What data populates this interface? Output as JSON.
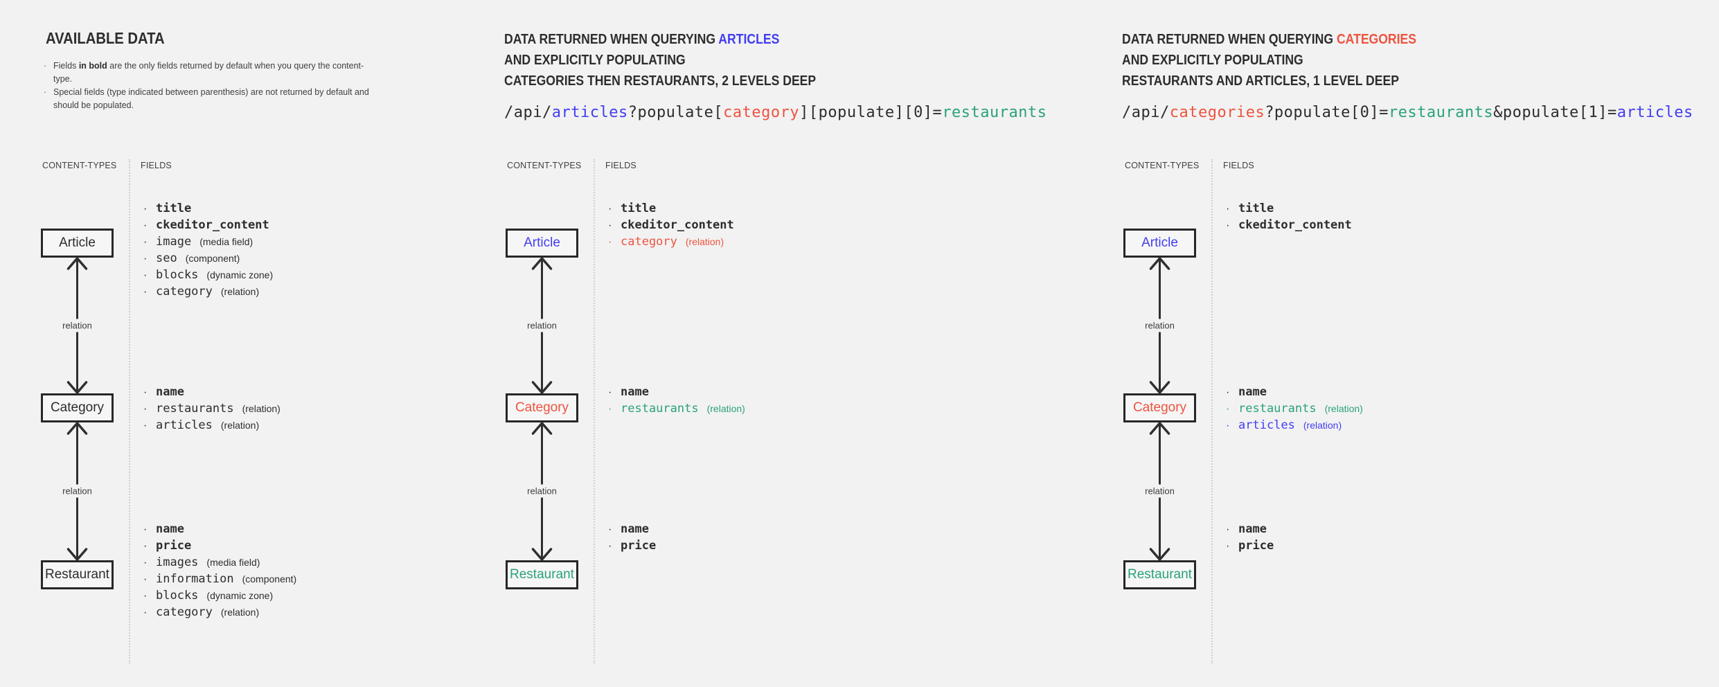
{
  "page": {
    "background": "#f2f2f2"
  },
  "palette": {
    "dark": "#2d2d2d",
    "blue": "#423df2",
    "red": "#ed5440",
    "teal": "#2aa17c",
    "muted": "#3f3f3f",
    "box_border": "#272727",
    "arrow": "#2f2f2f",
    "divider": "#cfcfcf"
  },
  "columns": [
    {
      "id": "available-data",
      "title_lines": [
        [
          {
            "text": "AVAILABLE DATA",
            "color": "dark"
          }
        ]
      ],
      "notes": [
        {
          "parts": [
            {
              "text": "Fields "
            },
            {
              "text": "in bold",
              "bold": true
            },
            {
              "text": " are the only fields returned by default when you query the content-type."
            }
          ]
        },
        {
          "parts": [
            {
              "text": "Special fields (type indicated between parenthesis) are not returned by default and should be populated."
            }
          ]
        }
      ],
      "api_segments": null,
      "section_labels": {
        "left": "CONTENT-TYPES",
        "right": "FIELDS"
      },
      "relation_label": "relation",
      "boxes": [
        {
          "label": "Article",
          "label_color": "dark",
          "fields": [
            {
              "name": "title",
              "bold": true
            },
            {
              "name": "ckeditor_content",
              "bold": true
            },
            {
              "name": "image",
              "type": "(media field)"
            },
            {
              "name": "seo",
              "type": "(component)"
            },
            {
              "name": "blocks",
              "type": "(dynamic zone)"
            },
            {
              "name": "category",
              "type": "(relation)"
            }
          ]
        },
        {
          "label": "Category",
          "label_color": "dark",
          "fields": [
            {
              "name": "name",
              "bold": true
            },
            {
              "name": "restaurants",
              "type": "(relation)"
            },
            {
              "name": "articles",
              "type": "(relation)"
            }
          ]
        },
        {
          "label": "Restaurant",
          "label_color": "dark",
          "fields": [
            {
              "name": "name",
              "bold": true
            },
            {
              "name": "price",
              "bold": true
            },
            {
              "name": "images",
              "type": "(media field)"
            },
            {
              "name": "information",
              "type": "(component)"
            },
            {
              "name": "blocks",
              "type": "(dynamic zone)"
            },
            {
              "name": "category",
              "type": "(relation)"
            }
          ]
        }
      ]
    },
    {
      "id": "query-articles",
      "title_lines": [
        [
          {
            "text": "DATA RETURNED WHEN QUERYING ",
            "color": "dark"
          },
          {
            "text": "ARTICLES",
            "color": "blue"
          }
        ],
        [
          {
            "text": "AND EXPLICITLY POPULATING",
            "color": "dark"
          }
        ],
        [
          {
            "text": "CATEGORIES THEN RESTAURANTS, 2 LEVELS DEEP",
            "color": "dark"
          }
        ]
      ],
      "notes": null,
      "api_segments": [
        {
          "text": "/api/",
          "color": "dark"
        },
        {
          "text": "articles",
          "color": "blue"
        },
        {
          "text": "?populate[",
          "color": "dark"
        },
        {
          "text": "category",
          "color": "red"
        },
        {
          "text": "][populate][0]=",
          "color": "dark"
        },
        {
          "text": "restaurants",
          "color": "teal"
        }
      ],
      "section_labels": {
        "left": "CONTENT-TYPES",
        "right": "FIELDS"
      },
      "relation_label": "relation",
      "boxes": [
        {
          "label": "Article",
          "label_color": "blue",
          "fields": [
            {
              "name": "title",
              "bold": true
            },
            {
              "name": "ckeditor_content",
              "bold": true
            },
            {
              "name": "category",
              "type": "(relation)",
              "color": "red"
            }
          ]
        },
        {
          "label": "Category",
          "label_color": "red",
          "fields": [
            {
              "name": "name",
              "bold": true
            },
            {
              "name": "restaurants",
              "type": "(relation)",
              "color": "teal"
            }
          ]
        },
        {
          "label": "Restaurant",
          "label_color": "teal",
          "fields": [
            {
              "name": "name",
              "bold": true
            },
            {
              "name": "price",
              "bold": true
            }
          ]
        }
      ]
    },
    {
      "id": "query-categories",
      "title_lines": [
        [
          {
            "text": "DATA RETURNED WHEN QUERYING ",
            "color": "dark"
          },
          {
            "text": "CATEGORIES",
            "color": "red"
          }
        ],
        [
          {
            "text": "AND EXPLICITLY POPULATING",
            "color": "dark"
          }
        ],
        [
          {
            "text": "RESTAURANTS AND ARTICLES, 1 LEVEL DEEP",
            "color": "dark"
          }
        ]
      ],
      "notes": null,
      "api_segments": [
        {
          "text": "/api/",
          "color": "dark"
        },
        {
          "text": "categories",
          "color": "red"
        },
        {
          "text": "?populate[0]=",
          "color": "dark"
        },
        {
          "text": "restaurants",
          "color": "teal"
        },
        {
          "text": "&populate[1]=",
          "color": "dark"
        },
        {
          "text": "articles",
          "color": "blue"
        }
      ],
      "section_labels": {
        "left": "CONTENT-TYPES",
        "right": "FIELDS"
      },
      "relation_label": "relation",
      "boxes": [
        {
          "label": "Article",
          "label_color": "blue",
          "fields": [
            {
              "name": "title",
              "bold": true
            },
            {
              "name": "ckeditor_content",
              "bold": true
            }
          ]
        },
        {
          "label": "Category",
          "label_color": "red",
          "fields": [
            {
              "name": "name",
              "bold": true
            },
            {
              "name": "restaurants",
              "type": "(relation)",
              "color": "teal"
            },
            {
              "name": "articles",
              "type": "(relation)",
              "color": "blue"
            }
          ]
        },
        {
          "label": "Restaurant",
          "label_color": "teal",
          "fields": [
            {
              "name": "name",
              "bold": true
            },
            {
              "name": "price",
              "bold": true
            }
          ]
        }
      ]
    }
  ]
}
